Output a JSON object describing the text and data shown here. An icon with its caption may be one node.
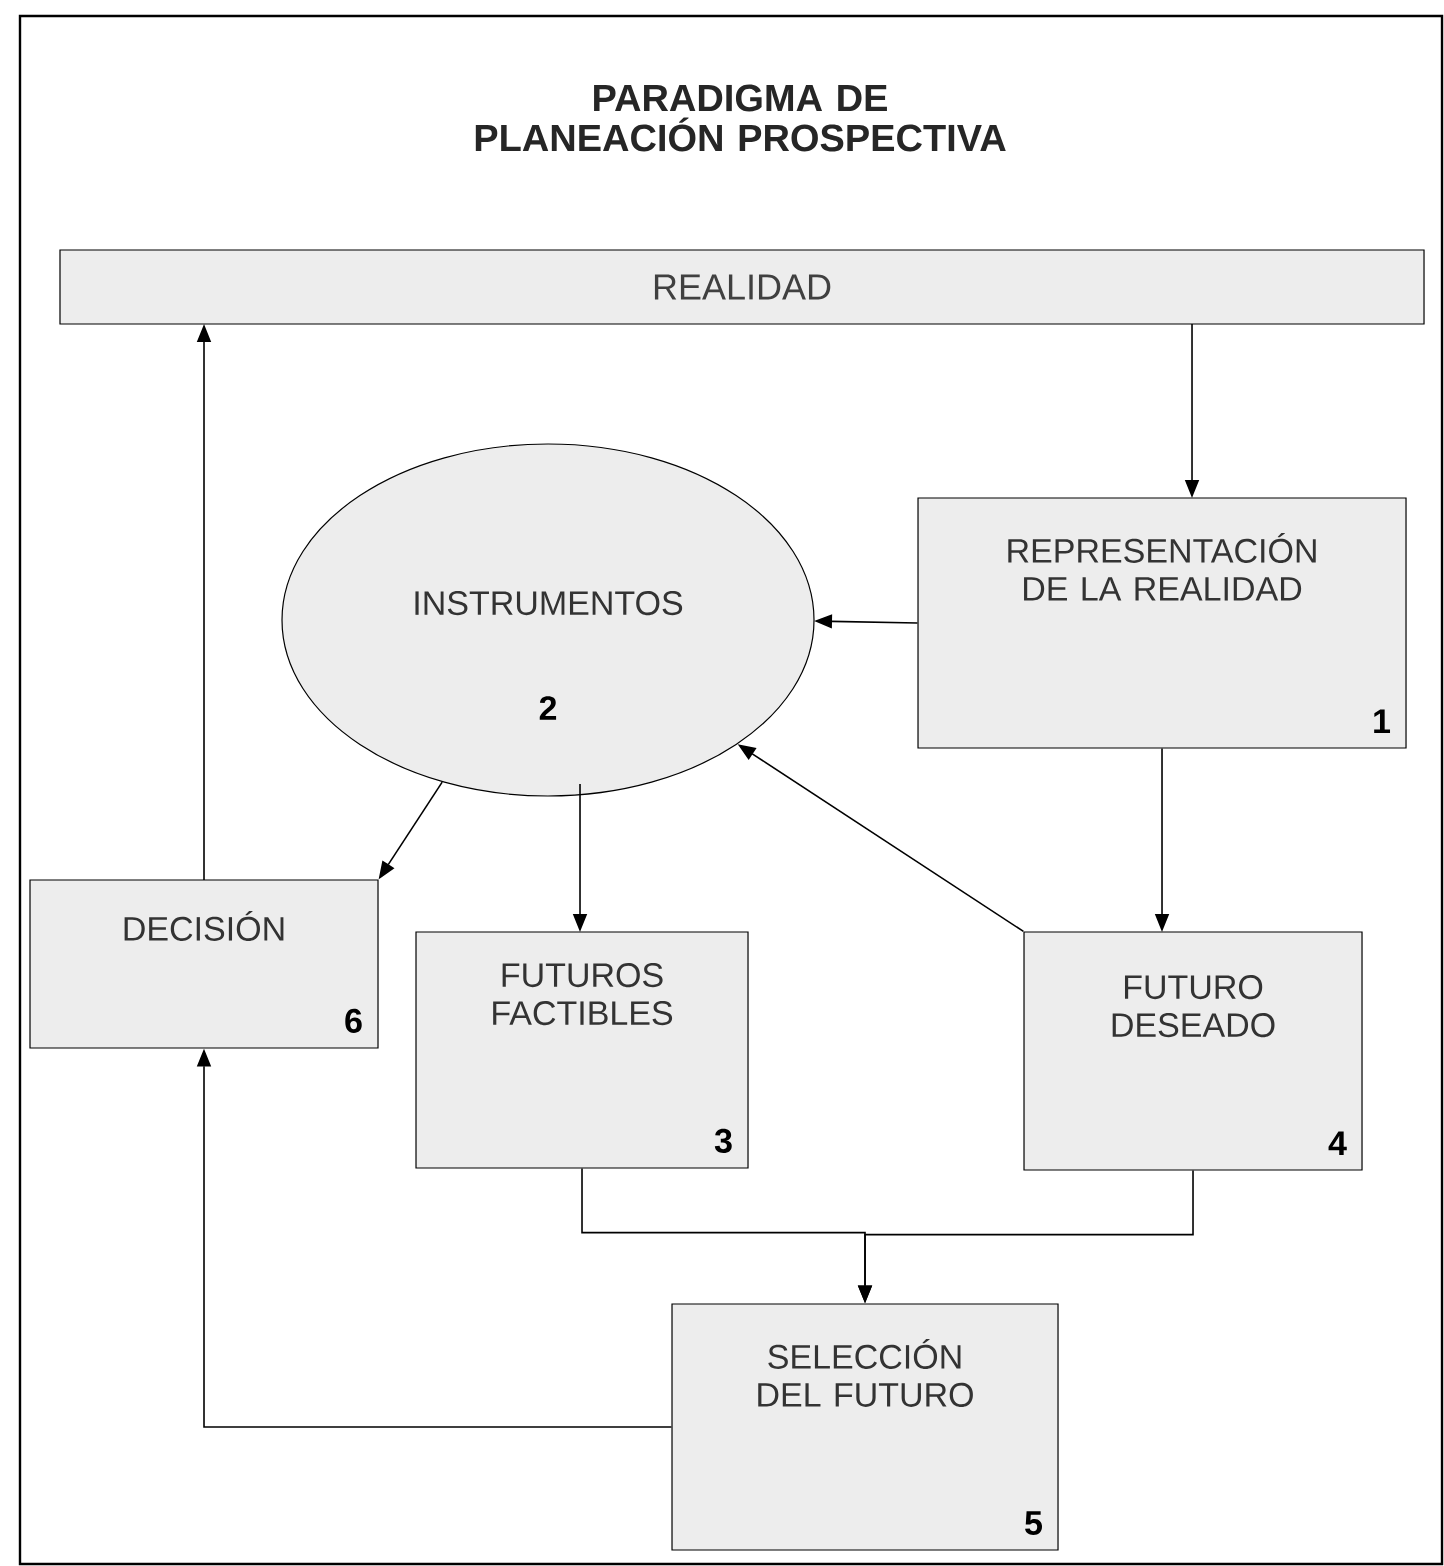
{
  "diagram": {
    "title": "PARADIGMA DE PLANEACIÓN PROSPECTIVA",
    "nodes": [
      {
        "text": [
          "REALIDAD"
        ]
      },
      {
        "text": [
          "INSTRUMENTOS",
          "2"
        ]
      },
      {
        "text": [
          "REPRESENTACIÓN DE LA REALIDAD",
          "1"
        ]
      },
      {
        "text": [
          "DECISIÓN",
          "6"
        ]
      },
      {
        "text": [
          "FUTUROS FACTIBLES",
          "3"
        ]
      },
      {
        "text": [
          "FUTURO DESEADO",
          "4"
        ]
      },
      {
        "text": [
          "SELECCIÓN DEL FUTURO",
          "5"
        ]
      }
    ],
    "edges": [
      {
        "from": 0,
        "to": 2,
        "arrow": "to"
      },
      {
        "from": 2,
        "to": 1,
        "arrow": "to"
      },
      {
        "from": 2,
        "to": 5,
        "arrow": "to"
      },
      {
        "from": 5,
        "to": 1,
        "arrow": "to"
      },
      {
        "from": 1,
        "to": 3,
        "arrow": "to"
      },
      {
        "from": 1,
        "to": 4,
        "arrow": "to"
      },
      {
        "from": 4,
        "to": 6,
        "arrow": "to"
      },
      {
        "from": 5,
        "to": 6,
        "arrow": "to"
      },
      {
        "from": 6,
        "to": 3,
        "arrow": "to"
      },
      {
        "from": 3,
        "to": 0,
        "arrow": "to"
      }
    ]
  }
}
